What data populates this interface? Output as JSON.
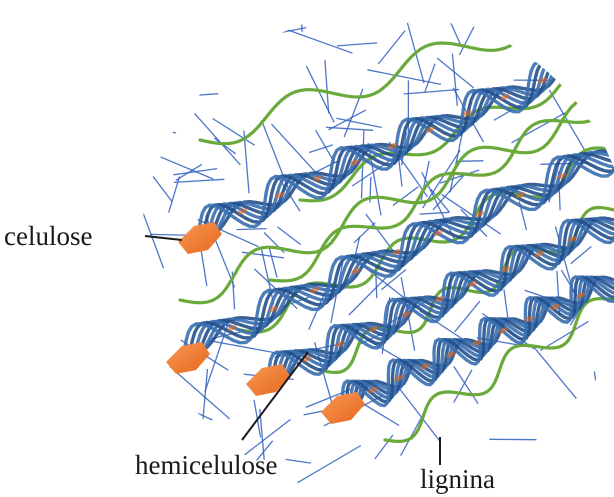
{
  "labels": {
    "cellulose": "celulose",
    "hemicellulose": "hemicelulose",
    "lignin": "lignina"
  },
  "colors": {
    "cellulose_fibril": "#e8661c",
    "cellulose_fibril_highlight": "#f59a55",
    "hemicellulose_strand": "#3a6fb0",
    "hemicellulose_strand_dark": "#24508a",
    "hemicellulose_network": "#2f5fbf",
    "lignin": "#6aaa3a",
    "label_text": "#1a1a1a",
    "leader_line": "#1a1a1a",
    "background": "#ffffff"
  }
}
